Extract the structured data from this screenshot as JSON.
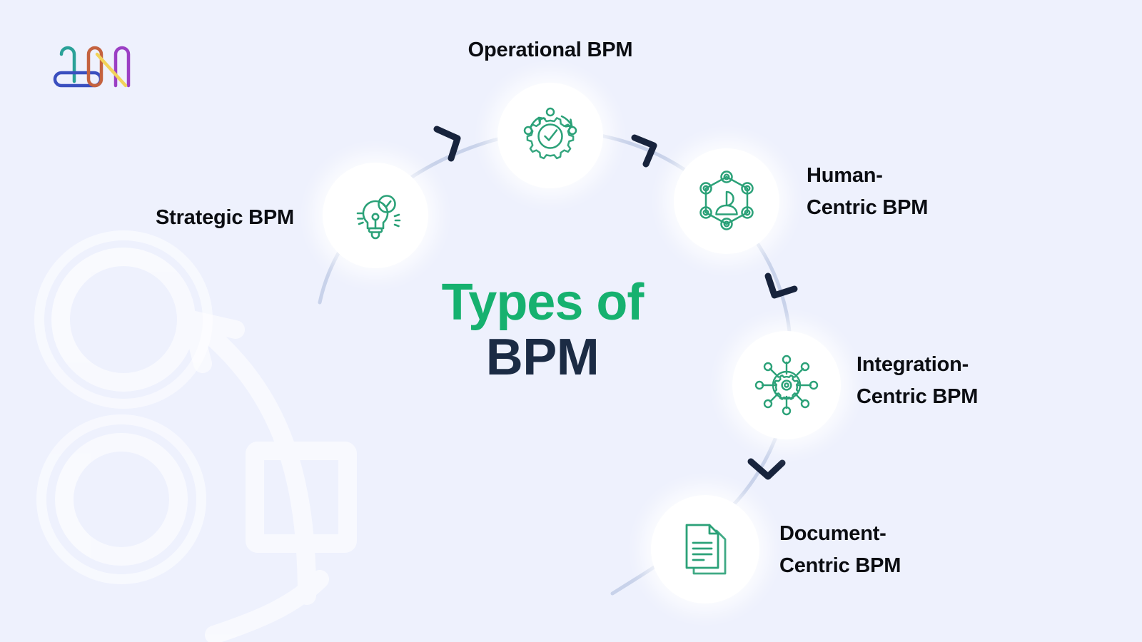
{
  "page": {
    "background_color": "#eef1fd",
    "title_line1": "Types of",
    "title_line2": "BPM",
    "title_line1_color": "#16b16f",
    "title_line2_color": "#1b2b44",
    "label_color": "#0b0d12",
    "icon_color": "#2ba178",
    "node_disc_color": "#ffffff",
    "arc_color": "#c8d2ea",
    "arrow_color": "#17233c"
  },
  "logo": {
    "name": "brand-logo",
    "stroke_colors": [
      "#2aa198",
      "#3a4fbf",
      "#c4623f",
      "#f2d35a",
      "#9b3fc4"
    ]
  },
  "nodes": [
    {
      "id": "strategic",
      "label": "Strategic BPM",
      "label_lines": [
        "Strategic BPM"
      ],
      "icon": "lightbulb-check-icon",
      "label_position": "left"
    },
    {
      "id": "operational",
      "label": "Operational BPM",
      "label_lines": [
        "Operational BPM"
      ],
      "icon": "gear-check-cycle-icon",
      "label_position": "top"
    },
    {
      "id": "human",
      "label": "Human-Centric BPM",
      "label_lines": [
        "Human-",
        "Centric BPM"
      ],
      "icon": "person-network-icon",
      "label_position": "right"
    },
    {
      "id": "integration",
      "label": "Integration-Centric BPM",
      "label_lines": [
        "Integration-",
        "Centric BPM"
      ],
      "icon": "gear-hub-spoke-icon",
      "label_position": "right"
    },
    {
      "id": "document",
      "label": "Document-Centric BPM",
      "label_lines": [
        "Document-",
        "Centric BPM"
      ],
      "icon": "documents-icon",
      "label_position": "right"
    }
  ],
  "decorations": {
    "watermarks": [
      "gear-outline",
      "curved-arrow",
      "gear-outline",
      "square-outline",
      "curved-arrow"
    ],
    "arrow_markers": 4
  }
}
